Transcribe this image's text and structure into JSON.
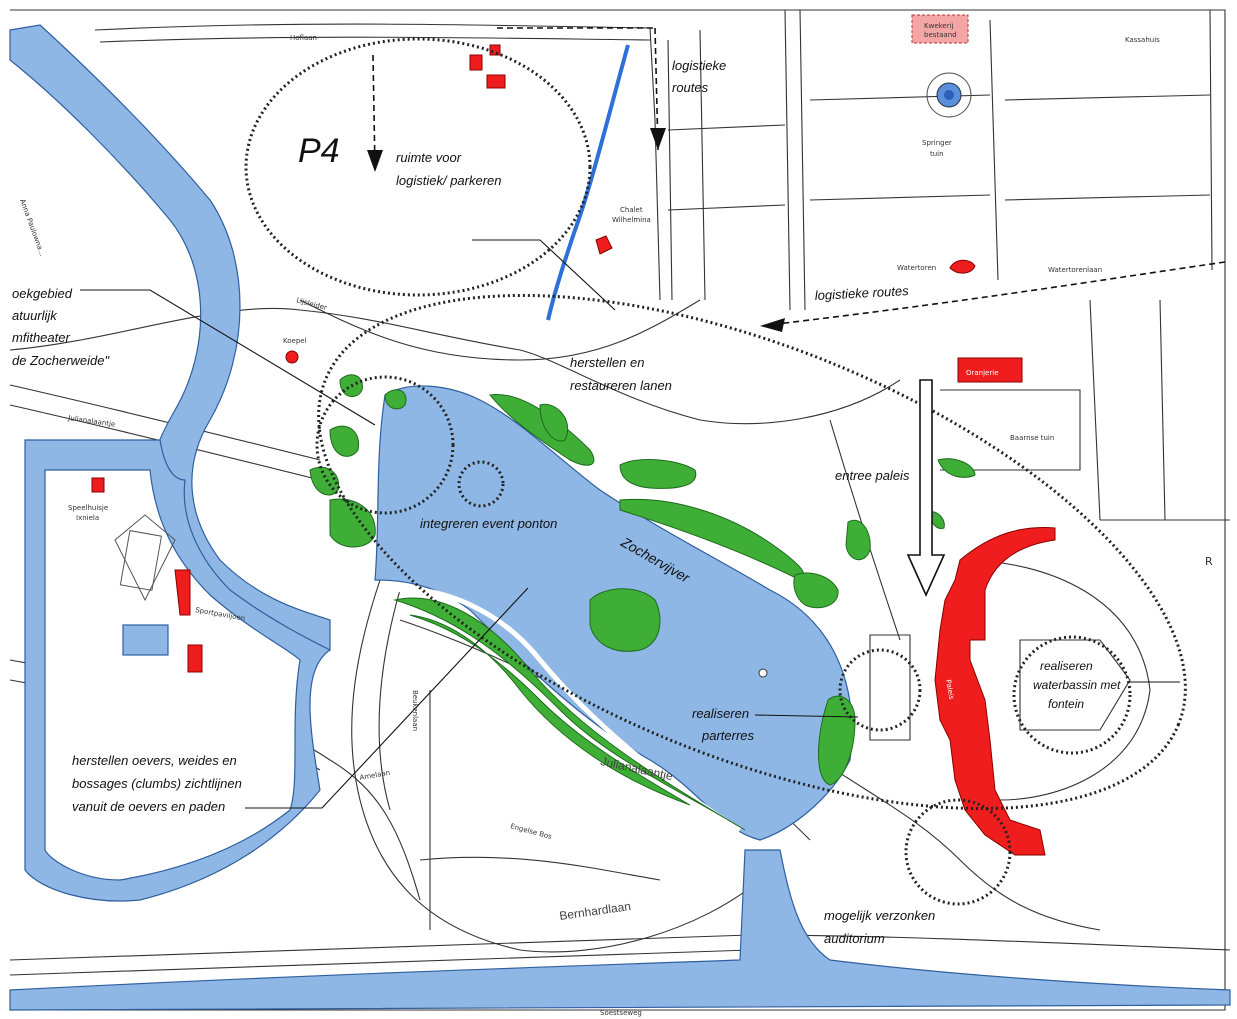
{
  "map": {
    "annotations": {
      "p4": "P4",
      "ruimte_line1": "ruimte voor",
      "ruimte_line2": "logistiek/ parkeren",
      "logistieke_routes_top_1": "logistieke",
      "logistieke_routes_top_2": "routes",
      "logistieke_routes_mid": "logistieke routes",
      "zoekgebied_1": "oekgebied",
      "zoekgebied_2": "atuurlijk",
      "zoekgebied_3": "mfitheater",
      "zoekgebied_4": "de Zocherweide\"",
      "herstellen_lanen_1": "herstellen  en",
      "herstellen_lanen_2": "restaureren lanen",
      "entree_paleis": "entree paleis",
      "integreren_ponton": "integreren event ponton",
      "zochervijver": "Zochervijver",
      "realiseren_parterres_1": "realiseren",
      "realiseren_parterres_2": "parterres",
      "realiseren_bassin_1": "realiseren",
      "realiseren_bassin_2": "waterbassin met",
      "realiseren_bassin_3": "fontein",
      "herstellen_oevers_1": "herstellen oevers, weides en",
      "herstellen_oevers_2": "bossages (clumbs) zichtlijnen",
      "herstellen_oevers_3": "vanuit de oevers en paden",
      "julianalaantje_label": "Julianalaantje",
      "bernhardlaan": "Bernhardlaan",
      "verzonken_1": "mogelijk verzonken",
      "verzonken_2": "auditorium"
    },
    "place_labels": {
      "hoflaan": "Hoflaan",
      "kwekerij_1": "Kwekerij",
      "kwekerij_2": "bestaand",
      "kassahuis": "Kassahuis",
      "springer_1": "Springer",
      "springer_2": "tuin",
      "chalet_1": "Chalet",
      "chalet_2": "Wilhelmina",
      "watertoren": "Watertoren",
      "watertorenlaan": "Watertorenlaan",
      "oranjerie": "Oranjerie",
      "baarnse_tuin": "Baarnse tuin",
      "speelhuisje_1": "Speelhuisje",
      "speelhuisje_2": "Ixniela",
      "sportpaviljoen": "Sportpaviljoen",
      "julianalaantje_small": "Julianalaantje",
      "kapel": "Koepel",
      "lijsleider": "Lijsleider",
      "anna_paulowna": "Anna Paulowna...",
      "beukenlaan": "Beukenlaan",
      "amelaan": "Amelaan",
      "engelse_bos": "Engelse Bos",
      "paleis": "Paleis",
      "r_mark": "R",
      "soestseweg": "Soestseweg"
    },
    "colors": {
      "water": "#8fb7e6",
      "vegetation": "#3fae37",
      "building": "#ef1d1d",
      "kwekerij": "#f4a6a6"
    }
  }
}
